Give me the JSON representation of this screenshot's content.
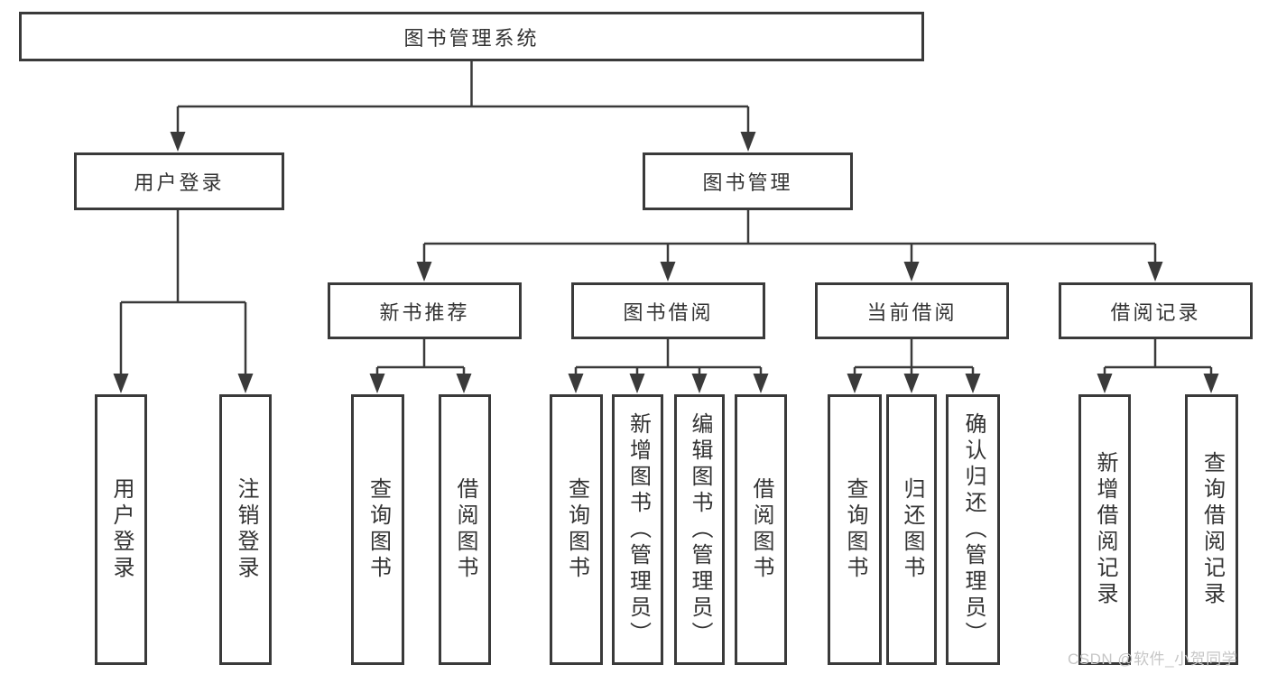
{
  "diagram": {
    "type": "hierarchy-tree",
    "orientation": "top-down"
  },
  "colors": {
    "line": "#3a3a3a",
    "text": "#333333",
    "box_background": "#ffffff",
    "watermark": "#c6c6c6"
  },
  "tree": {
    "label": "图书管理系统",
    "children": [
      {
        "label": "用户登录",
        "children": [
          {
            "label": "用户登录"
          },
          {
            "label": "注销登录"
          }
        ]
      },
      {
        "label": "图书管理",
        "children": [
          {
            "label": "新书推荐",
            "children": [
              {
                "label": "查询图书"
              },
              {
                "label": "借阅图书"
              }
            ]
          },
          {
            "label": "图书借阅",
            "children": [
              {
                "label": "查询图书"
              },
              {
                "label": "新增图书（管理员）"
              },
              {
                "label": "编辑图书（管理员）"
              },
              {
                "label": "借阅图书"
              }
            ]
          },
          {
            "label": "当前借阅",
            "children": [
              {
                "label": "查询图书"
              },
              {
                "label": "归还图书"
              },
              {
                "label": "确认归还（管理员）"
              }
            ]
          },
          {
            "label": "借阅记录",
            "children": [
              {
                "label": "新增借阅记录"
              },
              {
                "label": "查询借阅记录"
              }
            ]
          }
        ]
      }
    ]
  },
  "watermark": {
    "text": "CSDN @软件_小贺同学"
  }
}
